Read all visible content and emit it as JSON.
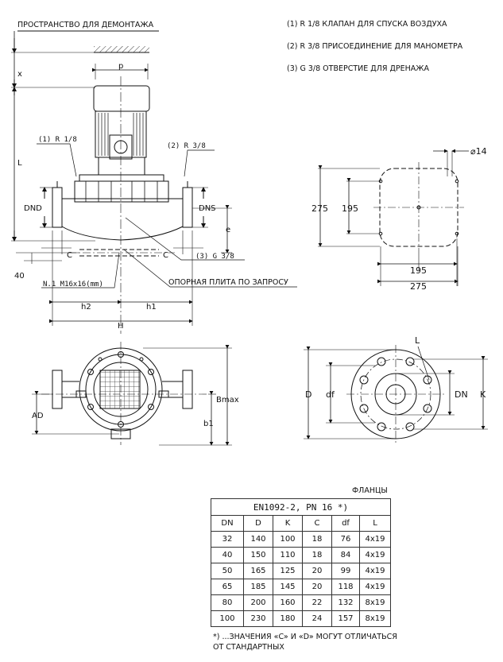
{
  "notes": {
    "dismantling_space": "ПРОСТРАНСТВО ДЛЯ ДЕМОНТАЖА",
    "legend": [
      "(1) R 1/8 КЛАПАН ДЛЯ СПУСКА ВОЗДУХА",
      "(2) R 3/8 ПРИСОЕДИНЕНИЕ ДЛЯ МАНОМЕТРА",
      "(3) G 3/8 ОТВЕРСТИЕ ДЛЯ ДРЕНАЖА"
    ],
    "base_plate": "ОПОРНАЯ ПЛИТА ПО ЗАПРОСУ"
  },
  "front_view": {
    "labels": {
      "x": "x",
      "p": "p",
      "L": "L",
      "r18": "(1) R 1/8",
      "r38": "(2) R 3/8",
      "g38": "(3) G 3/8",
      "dnd": "DND",
      "dns": "DNS",
      "e": "e",
      "c": "C",
      "n40": "40",
      "bolt": "N.1 M16x16(mm)",
      "h2": "h2",
      "h1": "h1",
      "H": "H"
    }
  },
  "base_view": {
    "labels": {
      "d14": "⌀14",
      "d275": "275",
      "d195": "195"
    }
  },
  "top_view": {
    "labels": {
      "ad": "AD",
      "bmax": "Bmax",
      "b1": "b1"
    }
  },
  "flange_view": {
    "labels": {
      "D": "D",
      "df": "df",
      "DN": "DN",
      "K": "K",
      "L": "L"
    }
  },
  "table": {
    "title": "ФЛАНЦЫ",
    "caption": "EN1092-2, PN 16 *)",
    "headers": [
      "DN",
      "D",
      "K",
      "C",
      "df",
      "L"
    ],
    "rows": [
      [
        "32",
        "140",
        "100",
        "18",
        "76",
        "4x19"
      ],
      [
        "40",
        "150",
        "110",
        "18",
        "84",
        "4x19"
      ],
      [
        "50",
        "165",
        "125",
        "20",
        "99",
        "4x19"
      ],
      [
        "65",
        "185",
        "145",
        "20",
        "118",
        "4x19"
      ],
      [
        "80",
        "200",
        "160",
        "22",
        "132",
        "8x19"
      ],
      [
        "100",
        "230",
        "180",
        "24",
        "157",
        "8x19"
      ]
    ],
    "footnote": "*) ...ЗНАЧЕНИЯ «C» И «D» МОГУТ ОТЛИЧАТЬСЯ ОТ СТАНДАРТНЫХ"
  }
}
